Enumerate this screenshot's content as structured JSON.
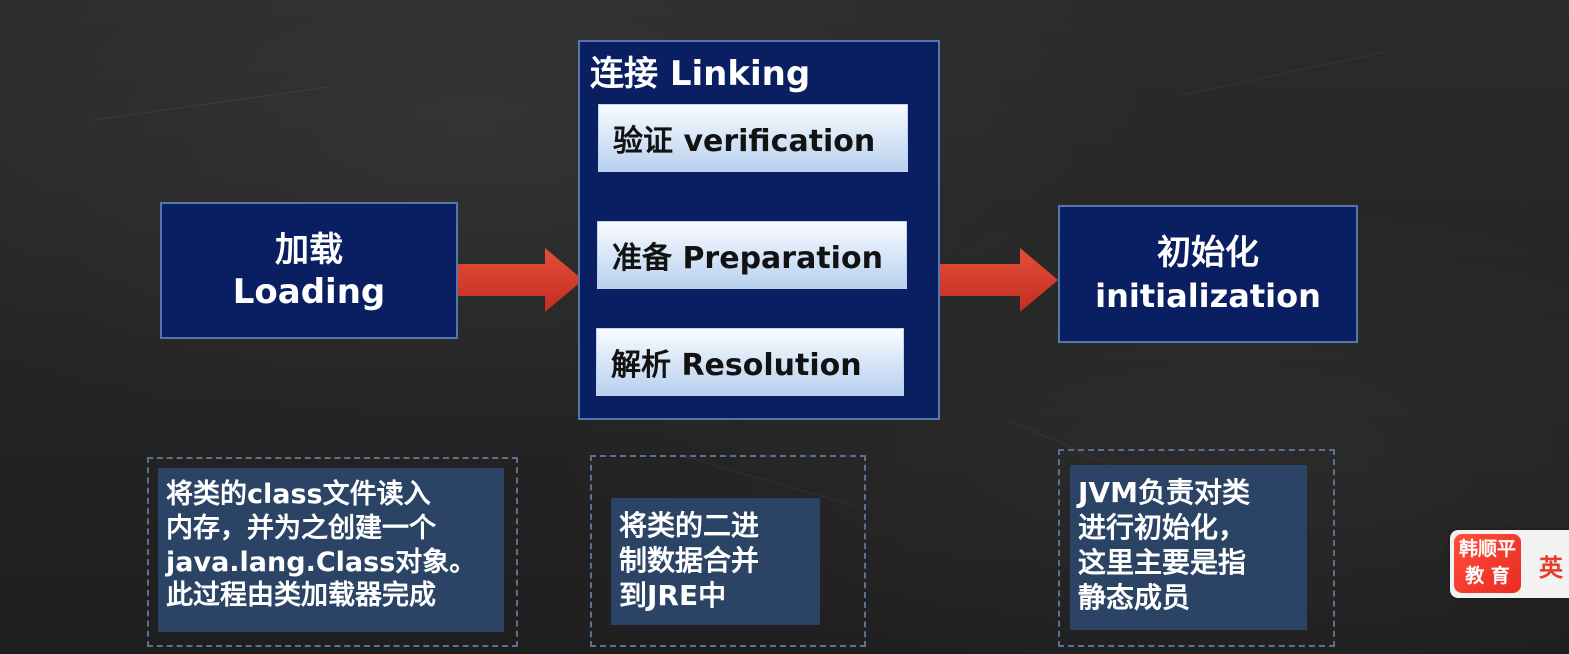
{
  "loading": {
    "line1": "加载",
    "line2": "Loading"
  },
  "linking": {
    "title": "连接 Linking",
    "steps": [
      "验证 verification",
      "准备 Preparation",
      "解析 Resolution"
    ]
  },
  "initialization": {
    "line1": "初始化",
    "line2": "initialization"
  },
  "notes": {
    "loading": "将类的class文件读入\n内存，并为之创建一个\njava.lang.Class对象。\n此过程由类加载器完成",
    "linking": "将类的二进\n制数据合并\n到JRE中",
    "initialization": "JVM负责对类\n进行初始化，\n这里主要是指\n静态成员"
  },
  "badge": {
    "logo": "韩顺平\n教 育",
    "label": "英"
  },
  "colors": {
    "main_box": "#0a1f62",
    "step_box": "#dbe8f8",
    "arrow": "#d73a2b",
    "note_box": "#2b4466"
  }
}
